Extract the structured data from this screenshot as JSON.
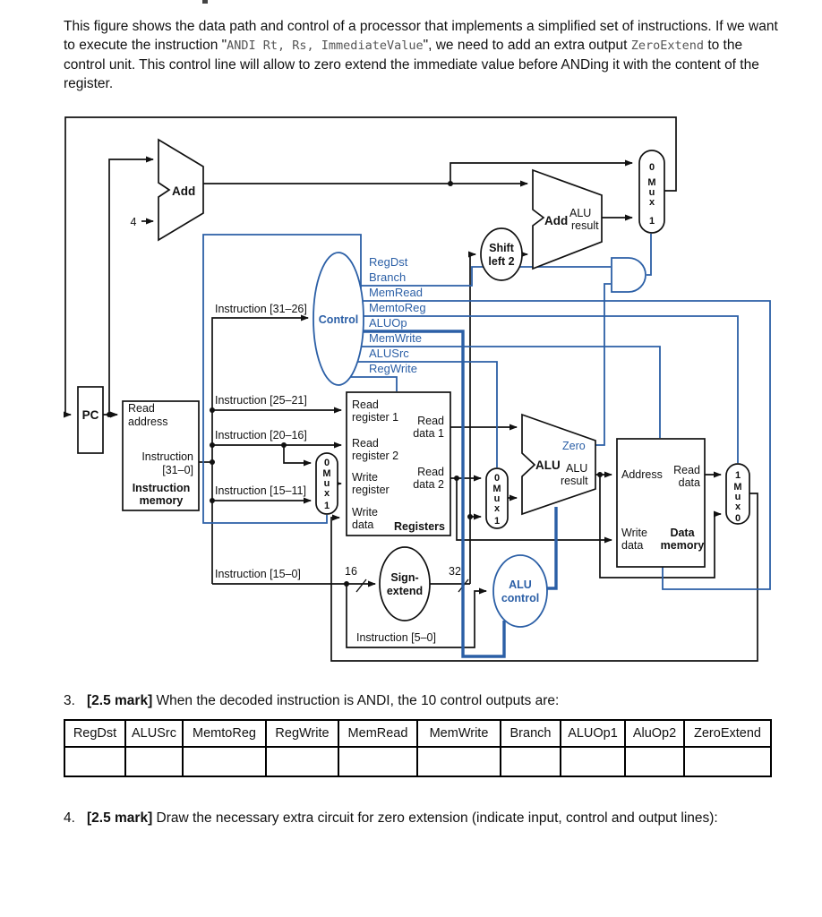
{
  "intro": {
    "seg1": "This figure shows the data path and control of a processor that implements a simplified set of instructions. If we want to execute the instruction \"",
    "code1": "ANDI Rt, Rs, ImmediateValue",
    "seg2": "\", we need to add an extra output ",
    "code2": "ZeroExtend",
    "seg3": " to the control unit. This control line will allow to zero extend the immediate value before ANDing it with the content of the register."
  },
  "q3": {
    "num": "3.",
    "mark": "[2.5 mark]",
    "text": " When the decoded instruction is ANDI, the 10 control outputs are:"
  },
  "q4": {
    "num": "4.",
    "mark": "[2.5 mark]",
    "text": " Draw the necessary extra circuit for zero extension (indicate input, control and output lines):"
  },
  "table": {
    "headers": [
      "RegDst",
      "ALUSrc",
      "MemtoReg",
      "RegWrite",
      "MemRead",
      "MemWrite",
      "Branch",
      "ALUOp1",
      "AluOp2",
      "ZeroExtend"
    ],
    "answers": [
      "",
      "",
      "",
      "",
      "",
      "",
      "",
      "",
      "",
      ""
    ]
  },
  "colors": {
    "accent_blue": "#2b5fa6",
    "ink": "#111111"
  },
  "diagram": {
    "four": "4",
    "pc": "PC",
    "add1": "Add",
    "imem": {
      "p1": "Read",
      "p2": "address",
      "p3": "Instruction",
      "p4": "[31–0]",
      "t1": "Instruction",
      "t2": "memory"
    },
    "control": "Control",
    "co": {
      "regdst": "RegDst",
      "branch": "Branch",
      "memread": "MemRead",
      "memtoreg": "MemtoReg",
      "aluop": "ALUOp",
      "memwrite": "MemWrite",
      "alusrc": "ALUSrc",
      "regwrite": "RegWrite"
    },
    "instr": {
      "i3126": "Instruction [31–26]",
      "i2521": "Instruction [25–21]",
      "i2016": "Instruction [20–16]",
      "i1511": "Instruction [15–11]",
      "i150": "Instruction [15–0]",
      "i50": "Instruction [5–0]"
    },
    "regs": {
      "rr1a": "Read",
      "rr1b": "register 1",
      "rr2a": "Read",
      "rr2b": "register 2",
      "wra": "Write",
      "wrb": "register",
      "wda": "Write",
      "wdb": "data",
      "rd1a": "Read",
      "rd1b": "data 1",
      "rd2a": "Read",
      "rd2b": "data 2",
      "title": "Registers"
    },
    "shift": {
      "l1": "Shift",
      "l2": "left 2"
    },
    "add2": {
      "name": "Add",
      "r1": "ALU",
      "r2": "result"
    },
    "alu": {
      "name": "ALU",
      "zero": "Zero",
      "r1": "ALU",
      "r2": "result"
    },
    "signext": {
      "l1": "Sign-",
      "l2": "extend",
      "w16": "16",
      "w32": "32"
    },
    "aluctl": {
      "l1": "ALU",
      "l2": "control"
    },
    "mem": {
      "addr": "Address",
      "rda": "Read",
      "rdb": "data",
      "wda": "Write",
      "wdb": "data",
      "t1": "Data",
      "t2": "memory"
    },
    "mux": {
      "zero": "0",
      "one": "1",
      "m": "M",
      "u": "u",
      "x": "x"
    }
  }
}
